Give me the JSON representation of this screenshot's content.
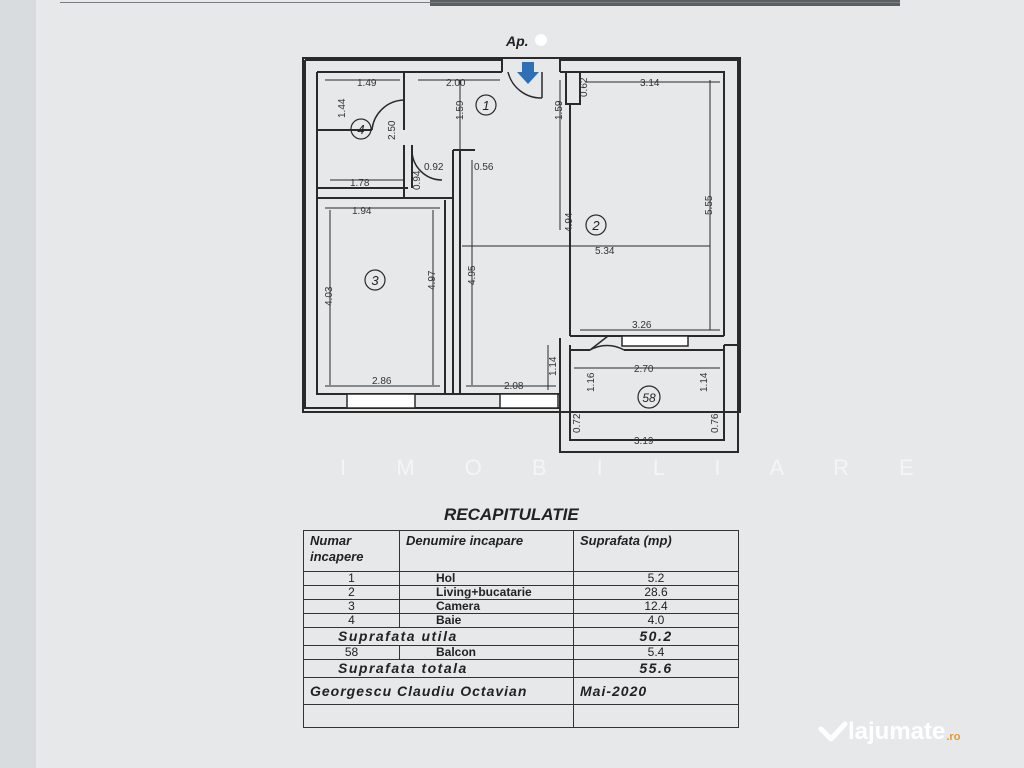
{
  "plan": {
    "apartment_label": "Ap.",
    "dimensions": {
      "bath_w": "1.49",
      "hall_w": "2.00",
      "liv_w": "3.14",
      "bath_h": "1.44",
      "door_bath": "2.50",
      "hall_h": "1.59",
      "liv_top": "1.59",
      "pillar": "0.62",
      "hall_b": "0.92",
      "hall_b2": "0.56",
      "bath_b": "1.78",
      "door_rm": "0.94",
      "room_w": "1.94",
      "liv_h": "4.94",
      "liv_r": "5.55",
      "liv_mid": "5.34",
      "room_l": "4.03",
      "room_r": "4.97",
      "liv_l": "4.95",
      "liv_bot": "3.26",
      "bal_top": "2.70",
      "room_bot": "2.86",
      "liv_bot2": "2.08",
      "bal_l": "1.14",
      "bal_in": "1.16",
      "bal_r": "1.14",
      "bal_ll": "0.72",
      "bal_bot": "3.19",
      "bal_rr": "0.76"
    },
    "rooms": [
      "1",
      "2",
      "3",
      "4",
      "58"
    ]
  },
  "watermark": "I M O B I L I A R E",
  "recap": {
    "title": "RECAPITULATIE",
    "headers": [
      "Numar incapere",
      "Denumire incapare",
      "Suprafata (mp)"
    ],
    "rows": [
      {
        "num": "1",
        "name": "Hol",
        "area": "5.2"
      },
      {
        "num": "2",
        "name": "Living+bucatarie",
        "area": "28.6"
      },
      {
        "num": "3",
        "name": "Camera",
        "area": "12.4"
      },
      {
        "num": "4",
        "name": "Baie",
        "area": "4.0"
      }
    ],
    "util_label": "Suprafata utila",
    "util_value": "50.2",
    "balcony": {
      "num": "58",
      "name": "Balcon",
      "area": "5.4"
    },
    "total_label": "Suprafata totala",
    "total_value": "55.6",
    "author": "Georgescu Claudiu Octavian",
    "date": "Mai-2020"
  },
  "brand": {
    "name": "lajumate",
    "suffix": ".ro",
    "accent": "#e39a31"
  },
  "colors": {
    "wall": "#2a2a2a",
    "door_arrow": "#2f6fb5",
    "paper": "#e6e8ea"
  }
}
